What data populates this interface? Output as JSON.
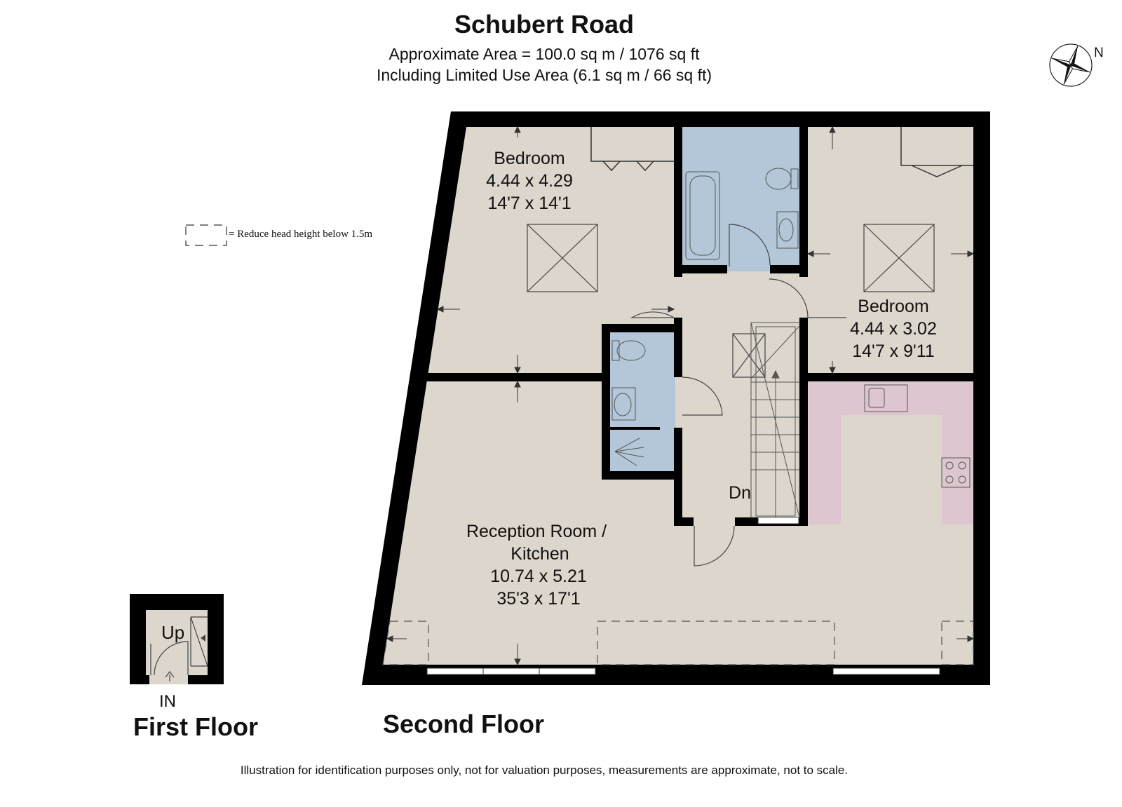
{
  "header": {
    "title": "Schubert Road",
    "area_line": "Approximate Area = 100.0 sq m / 1076 sq ft",
    "limited_use_line": "Including Limited Use Area (6.1 sq m / 66 sq ft)"
  },
  "compass": {
    "label": "N"
  },
  "legend": {
    "text": "= Reduce head height below 1.5m"
  },
  "rooms": {
    "bedroom1": {
      "name": "Bedroom",
      "metric": "4.44 x 4.29",
      "imperial": "14'7 x 14'1"
    },
    "bedroom2": {
      "name": "Bedroom",
      "metric": "4.44 x 3.02",
      "imperial": "14'7 x 9'11"
    },
    "reception": {
      "name1": "Reception Room /",
      "name2": "Kitchen",
      "metric": "10.74 x 5.21",
      "imperial": "35'3 x 17'1"
    }
  },
  "stairs": {
    "down": "Dn",
    "up": "Up",
    "entrance": "IN"
  },
  "floors": {
    "first": "First Floor",
    "second": "Second Floor"
  },
  "colors": {
    "wall": "#000000",
    "floor": "#dcd6cd",
    "bathroom": "#b3c7d8",
    "kitchen": "#dec6d0",
    "line": "#444444"
  },
  "footer": {
    "disclaimer": "Illustration for identification purposes only, not for valuation purposes, measurements are approximate, not to scale."
  }
}
